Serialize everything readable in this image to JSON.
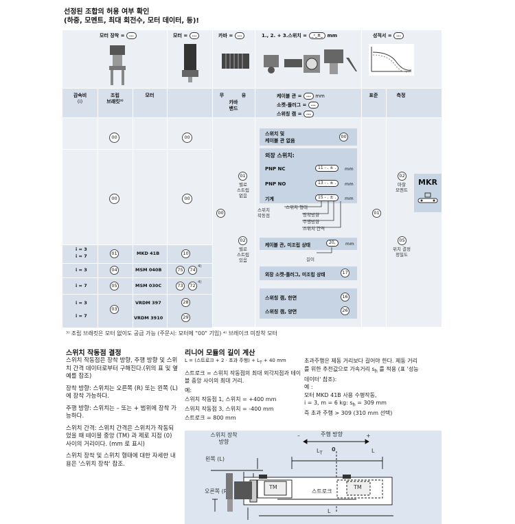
{
  "header": {
    "line1": "선정된 조합의 허용 여부 확인",
    "line2": "(하중, 모멘트, 최대 회전수, 모터 데이터, 등)!"
  },
  "top_row": {
    "motor_mount": "모터 장착 =",
    "motor": "모터 =",
    "cover": "카바 =",
    "switch": "1., 2. + 3.스위치 =",
    "switch_pill": "_-_±_",
    "switch_unit": "mm",
    "report": "성적서 =",
    "dots": "..."
  },
  "col_headers": {
    "ratio": "감속비",
    "ratio_sub": "(i)",
    "assembly": "조립",
    "bracket": "브래킷³⁾",
    "motor": "모터",
    "without": "무",
    "with": "유",
    "cover_band": "카바\n밴드",
    "cable_duct": "케이블 관",
    "cable_unit": "mm",
    "socket_plug": "소켓-플러그",
    "switch_cam": "스위칭 캠",
    "standard": "표준",
    "measurement": "측정",
    "eq": "="
  },
  "rows": {
    "c00a": "00",
    "c00b": "00",
    "c00c": "00",
    "c00d": "00",
    "c00e": "00",
    "i3a": "i = 3",
    "i7a": "i = 7",
    "i3b": "i = 3",
    "i7b": "i = 7",
    "i3c": "i = 3",
    "i7c": "i = 7",
    "c01": "01",
    "c04": "04",
    "c05": "05",
    "c03": "03",
    "mkd": "MKD 41B",
    "msm040": "MSM 040B",
    "msm030": "MSM 030C",
    "vrdm397": "VRDM 397",
    "vrdm3910": "VRDM 3910",
    "n10": "10",
    "n75": "75",
    "n74": "74",
    "n73": "73",
    "n72": "72",
    "n28": "28",
    "n29": "29",
    "sup4": "4)"
  },
  "cover": {
    "c00": "00",
    "c01": "01",
    "c02": "02",
    "no_strip": "벨로\n스트립\n없음",
    "strip": "벨로\n스트립\n있음"
  },
  "switch_panel": {
    "none_line1": "스위치 및",
    "none_line2": "케이블 관 없음",
    "none_code": "00",
    "external": "외장 스위치:",
    "pnp_nc": "PNP NC",
    "pnp_nc_pill": "11 - . ± .",
    "pnp_no": "PNP NO",
    "pnp_no_pill": "13 - . ± .",
    "mech": "기계",
    "mech_pill": "15 - . ± .",
    "mm": "mm",
    "sw_point": "스위치\n작동점",
    "sw_type": "스위치 형태",
    "sw_dir": "장착방향",
    "run_dir": "주행방향",
    "sw_gap": "스위치 간격",
    "cable_duct": "케이블 관, 미조립 상태",
    "cable_pill": "20,",
    "length": "길이",
    "ext_socket": "외장 소켓-플러그, 미조립 상태",
    "code17": "17",
    "cam_one": "스위칭 캠, 한면",
    "code16": "16",
    "cam_both": "스위칭 캠, 양면",
    "code26": "26"
  },
  "std_meas": {
    "std": "01",
    "m02": "02",
    "friction": "마찰\n모멘트",
    "m05": "05",
    "pos": "위치 결정\n정밀도",
    "mkr": "MKR"
  },
  "footnote": "³⁾ 조립 브래킷은 모터 없이도 공급 가능 (주문시: 모터에 \"00\" 기입) ⁴⁾ 브레이크 미장착 모터",
  "left_text": {
    "title": "스위치 작동점 결정",
    "p1": "스위치 작동점은 장착 방향, 주행 방향 및 스위치 간격 데이터로부터 구해진다.(위의 표 및 옆 예를 참조)",
    "p2": "장착 방향: 스위치는 오른쪽 (R) 또는 왼쪽 (L) 에 장착 가능하다.",
    "p3": "주행 방향: 스위치는 – 또는 + 범위에 장착 가능하다.",
    "p4": "스위치 간격: 스위치 간격은 스위치가 작동되었을 때 테이블 중앙 (TM) 과 제로 지점 (0) 사이의 거리이다. (mm 로 표시)",
    "p5": "스위치 장착 및 스위치 형태에 대한 자세한 내용은 '스위치 장착' 참조."
  },
  "mid_text": {
    "title": "리니어 모듈의 길이 계산",
    "formula": "L = (스트로크 + 2 · 초과 주행) + L",
    "formula_sub": "T",
    "formula_end": " + 40 mm",
    "p1": "스트로크 = 스위치 작동점의 최대 외각지점과 테이블 중앙 사이의 최대 거리.",
    "ex": "예:",
    "e1": "스위치 작동점 1, 스위치 = +400 mm",
    "e2": "스위치 작동점 3, 스위치 = -400 mm",
    "e3": "스트로크 = 800 mm"
  },
  "right_text": {
    "p1": "초과주행은 제동 거리보다 길어야 한다. 제동 거리를 위한 추천값으로 가속거리 s",
    "p1_sub": "h",
    "p1_end": " 를 적용 (표 '성능 데이터' 참조):",
    "ex": "예 :",
    "e1": "모터 MKD 41B 사용 수평작동,",
    "e2": "i = 3, m = 6 kg: s",
    "e2_sub": "h",
    "e2_end": " = 309 mm",
    "e3": "즉 초과 주행 > 309 (310 mm 선택)"
  },
  "diagram": {
    "mount_label": "스위치 장착\n방향",
    "run_dir": "주행 방향",
    "minus": "–",
    "plus": "+",
    "zero": "0",
    "left": "왼쪽 (L)",
    "right": "오른쪽 (R)",
    "lt": "L",
    "lt_sub": "T",
    "lp": "L",
    "tm": "TM",
    "stroke": "스트로크",
    "L": "L"
  },
  "colors": {
    "table_bg": "#ecf0f5",
    "band": "#d7e0eb",
    "mkr": "#c7d4e3"
  }
}
